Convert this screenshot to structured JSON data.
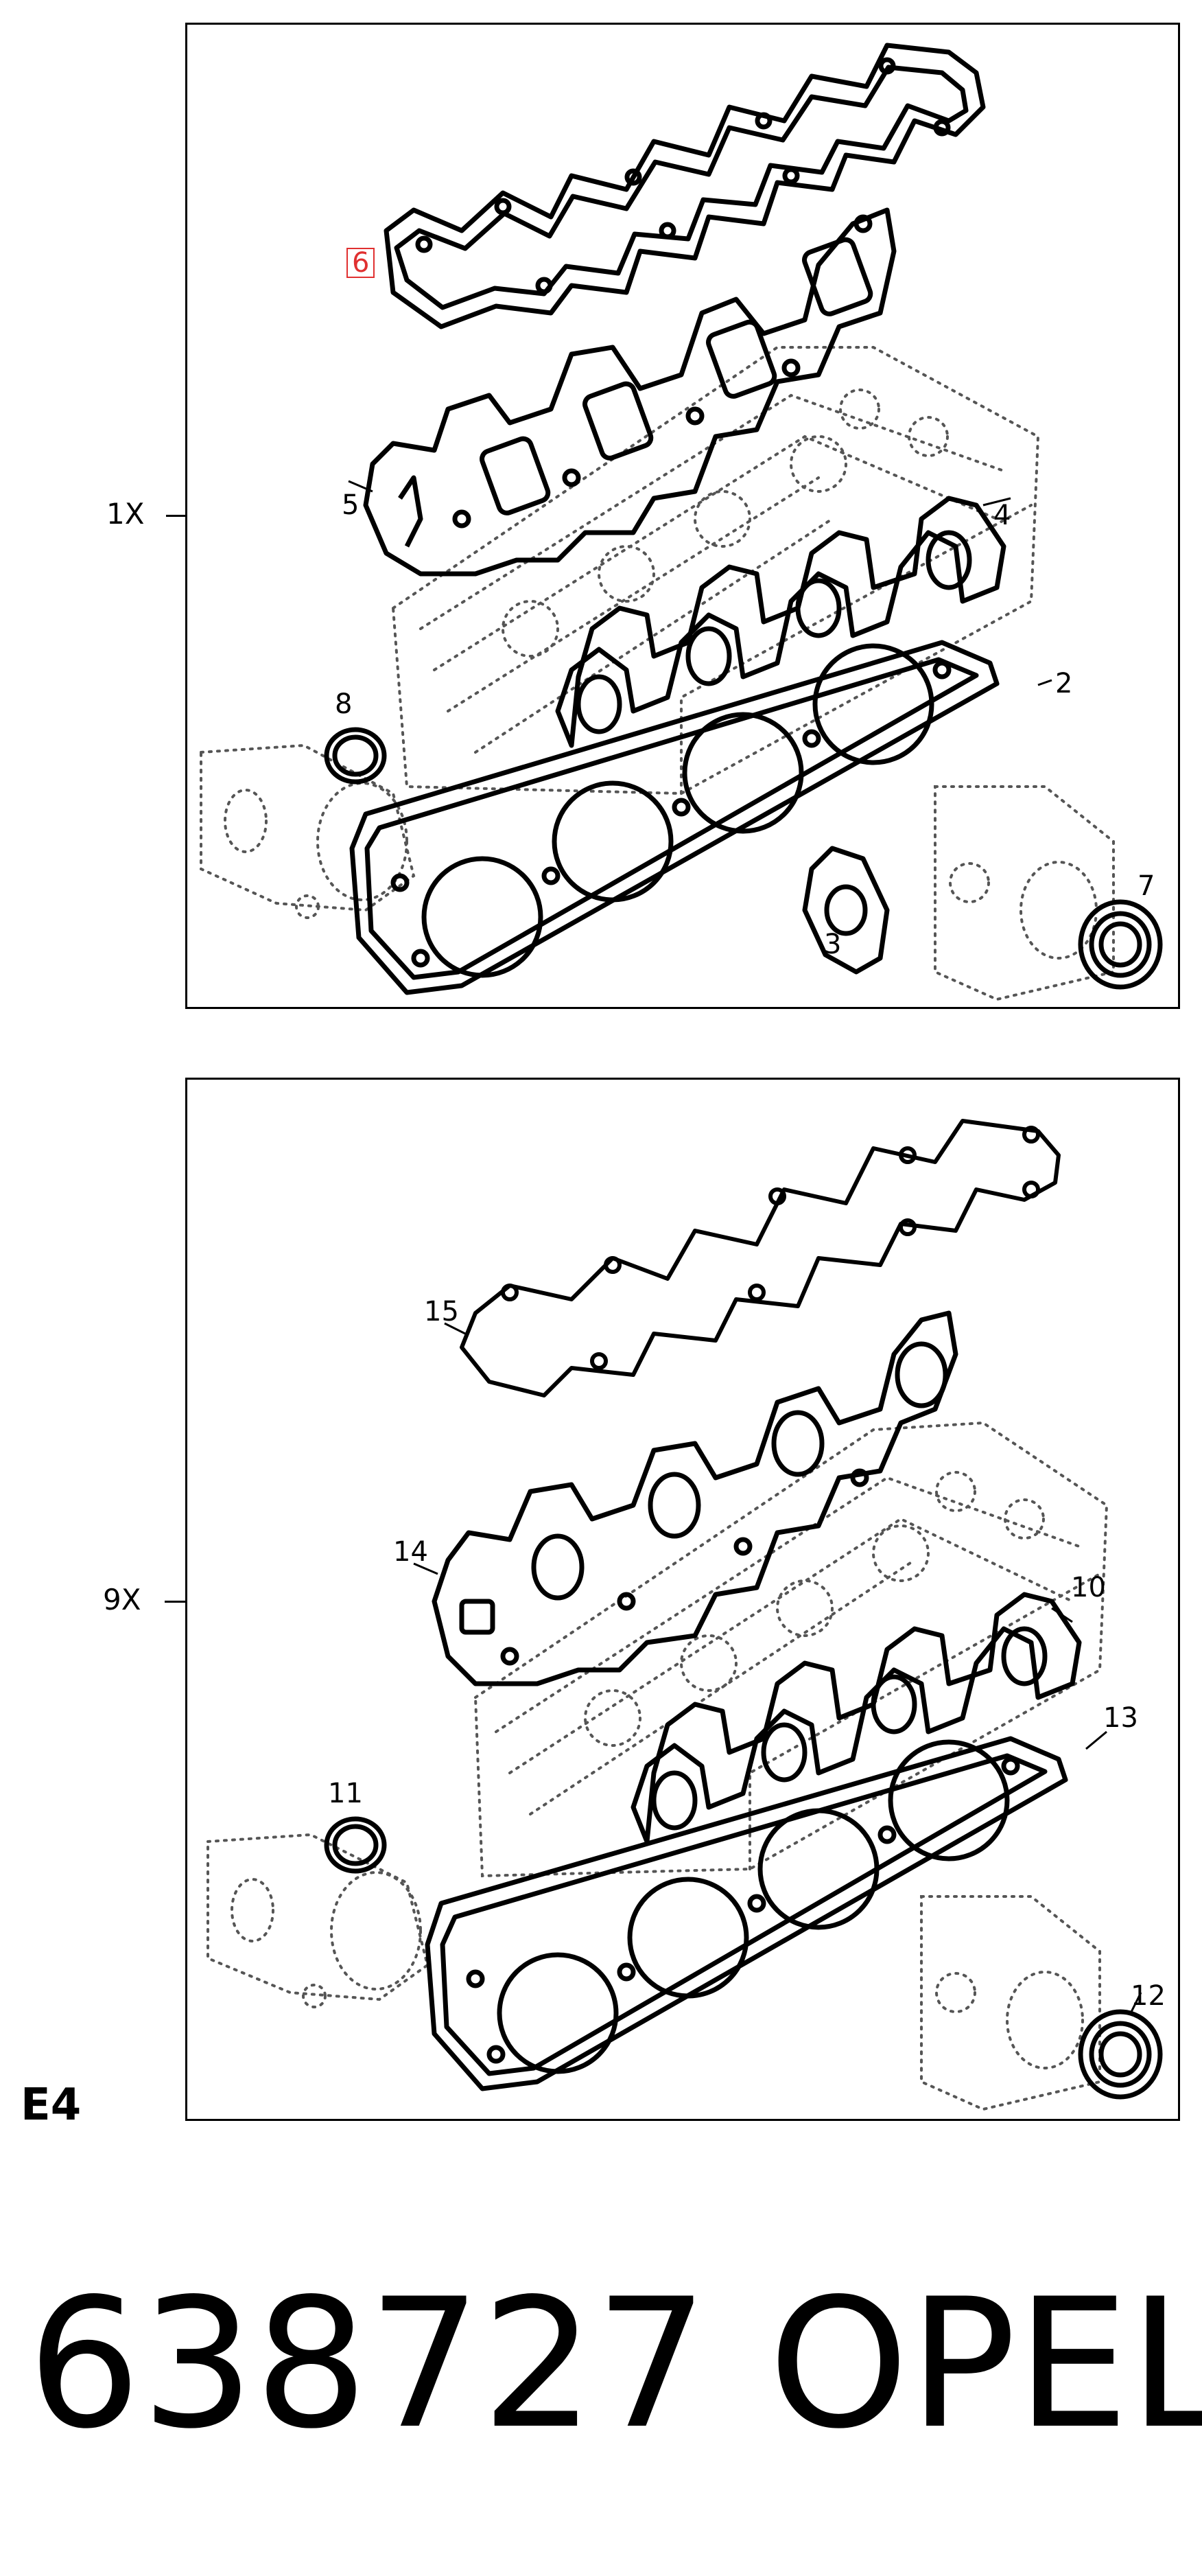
{
  "top_panel": {
    "set_label": "1X",
    "callouts": [
      "6",
      "5",
      "4",
      "2",
      "8",
      "3",
      "7"
    ],
    "highlighted_callout": "6",
    "highlight_color": "#e03030"
  },
  "bottom_panel": {
    "set_label": "9X",
    "callouts": [
      "15",
      "14",
      "10",
      "13",
      "11",
      "12"
    ]
  },
  "section_code": "E4",
  "part_number": "638727",
  "brand": "OPEL"
}
